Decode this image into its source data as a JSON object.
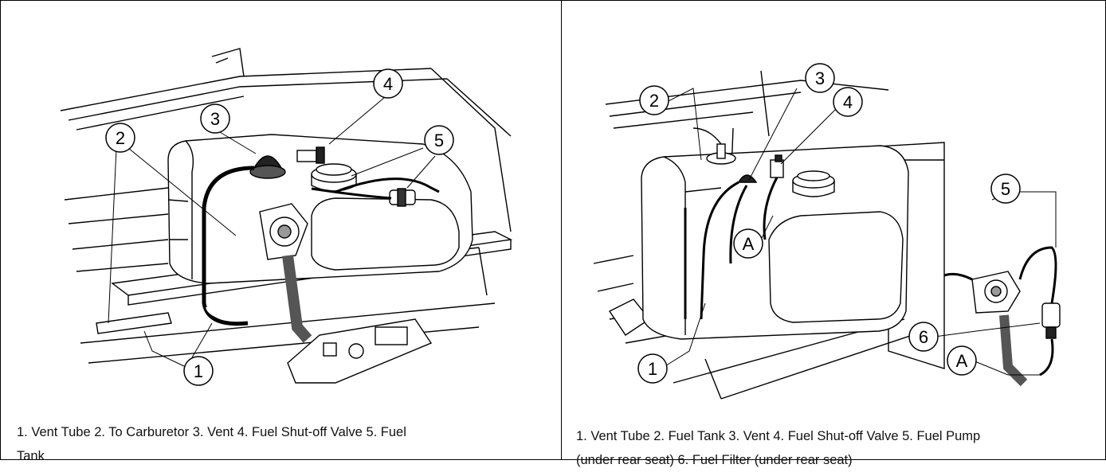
{
  "left_panel": {
    "callouts": [
      "1",
      "2",
      "3",
      "4",
      "5"
    ],
    "caption_line1": "1. Vent Tube 2. To Carburetor 3. Vent 4. Fuel Shut-off Valve 5. Fuel",
    "caption_line2": "Tank"
  },
  "right_panel": {
    "callouts": [
      "2",
      "3",
      "4",
      "5",
      "6",
      "1"
    ],
    "callout_a": "A",
    "caption_line1": "1. Vent Tube 2. Fuel Tank 3. Vent 4. Fuel Shut-off Valve 5. Fuel Pump",
    "caption_line2": "(under rear seat) 6. Fuel Filter (under rear seat)"
  }
}
